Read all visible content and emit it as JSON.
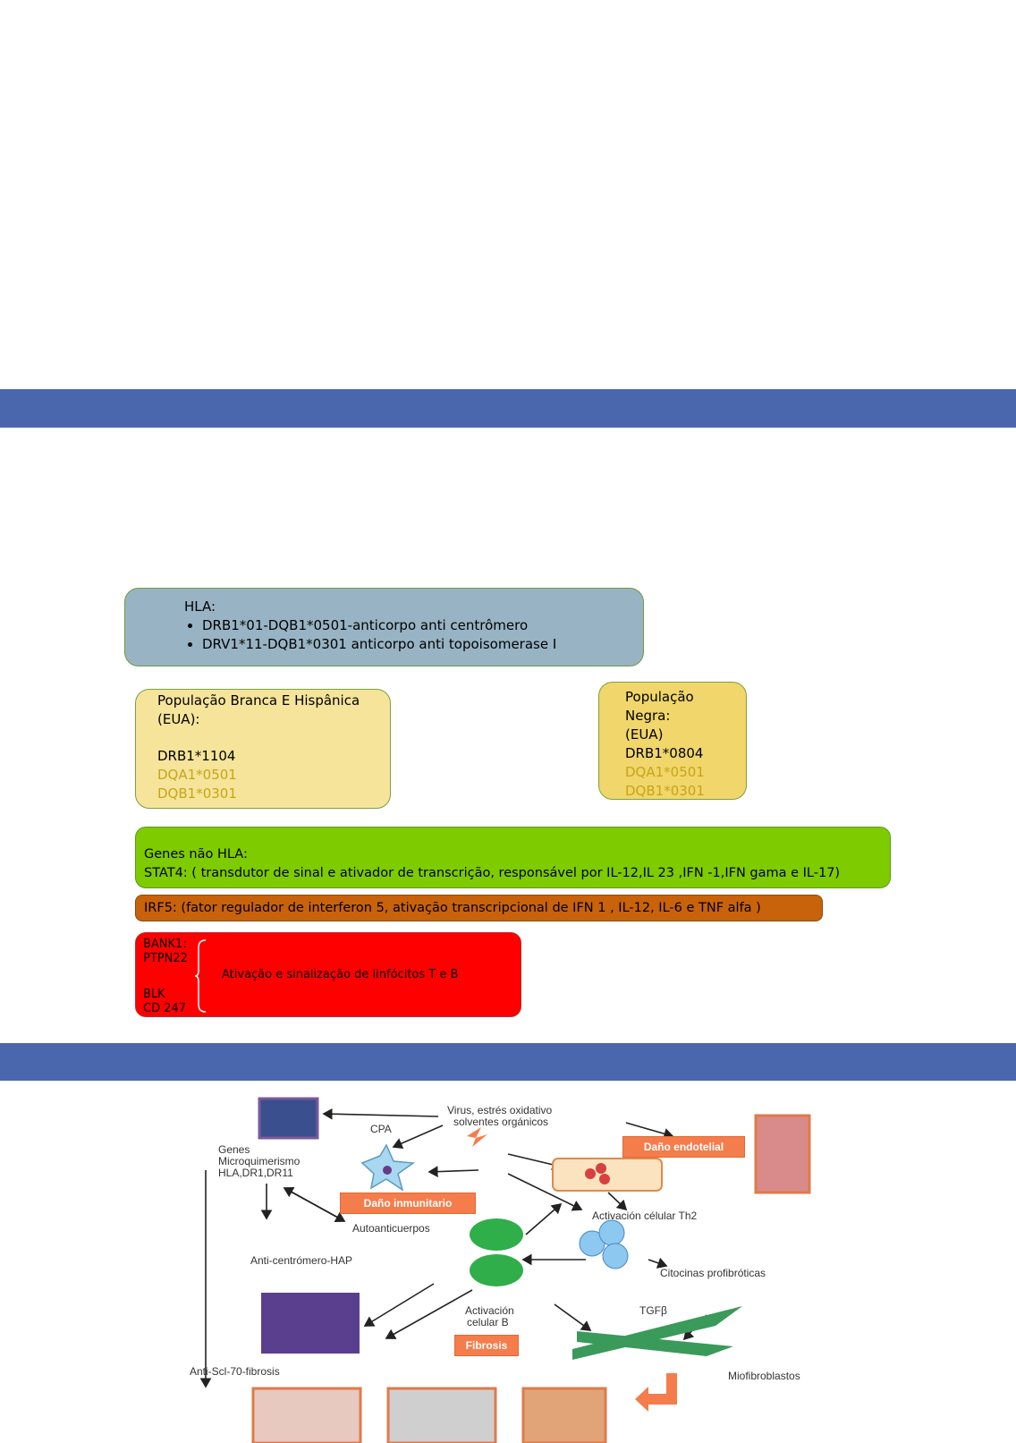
{
  "hla_box": {
    "title": "HLA:",
    "bullets": [
      "DRB1*01-DQB1*0501-anticorpo anti centrômero",
      "DRV1*11-DQB1*0301 anticorpo anti topoisomerase I"
    ]
  },
  "white_pop": {
    "title": "População Branca E Hispânica (EUA):",
    "allele1": "DRB1*1104",
    "allele2": "DQA1*0501",
    "allele3": "DQB1*0301"
  },
  "black_pop": {
    "line1": "População",
    "line2": "Negra:",
    "line3": "(EUA)",
    "allele1": "DRB1*0804",
    "allele2": "DQA1*0501",
    "allele3": "DQB1*0301"
  },
  "non_hla": {
    "title": "Genes não HLA:",
    "stat4": "STAT4: ( transdutor de sinal e ativador de transcrição, responsável por IL-12,IL 23 ,IFN -1,IFN gama e IL-17)"
  },
  "irf5": "IRF5:  (fator regulador de interferon 5, ativação transcripcional de IFN 1 , IL-12, IL-6 e TNF alfa )",
  "lymph": {
    "genes": [
      "BANK1:",
      "PTPN22",
      "BLK",
      "CD 247"
    ],
    "text": "Ativação e sinalização de linfócitos T e B"
  },
  "figure": {
    "virus_line1": "Virus, estrés oxidativo",
    "virus_line2": "solventes orgánicos",
    "cpa": "CPA",
    "genes_line1": "Genes",
    "genes_line2": "Microquimerismo",
    "genes_line3": "HLA,DR1,DR11",
    "dano_endotelial": "Daño endotelial",
    "dano_inmunitario": "Daño inmunitario",
    "activacion_th2": "Activación célular Th2",
    "autoanticuerpos": "Autoanticuerpos",
    "anti_centromero": "Anti-centrómero-HAP",
    "citocinas": "Citocinas profibróticas",
    "tgf": "TGFβ",
    "activacion_b_line1": "Activación",
    "activacion_b_line2": "celular B",
    "fibrosis": "Fibrosis",
    "anti_scl": "Anti-Scl-70-fibrosis",
    "miofibroblastos": "Miofibroblastos"
  },
  "colors": {
    "band": "#4a67ad",
    "hla_box": "#98b4c4",
    "pop_box": "#f5e49a",
    "pop_box_black": "#f0d66b",
    "non_hla_box": "#7ecb00",
    "irf5_box": "#c8620b",
    "lymph_box": "#ff0000",
    "allele_highlight": "#c8a416"
  }
}
